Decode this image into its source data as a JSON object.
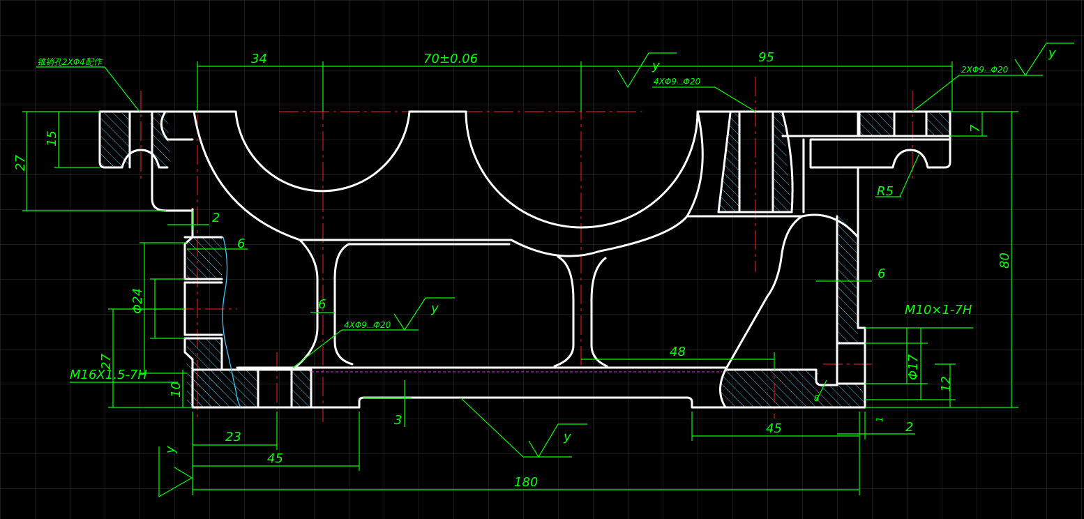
{
  "colors": {
    "background": "#000000",
    "grid": "#3a3a3a",
    "object_lines": "#ffffff",
    "dimensions": "#00ff00",
    "center_lines": "#ff2020",
    "hatch": "#40c8ff"
  },
  "dimensions": {
    "d34": "34",
    "d70": "70±0.06",
    "d95": "95",
    "d27": "27",
    "d15": "15",
    "d2_left": "2",
    "d6_left": "6",
    "d24": "Φ24",
    "d27_low": "27",
    "d10": "10",
    "m16": "M16X1.5-7H",
    "d23": "23",
    "d45_left": "45",
    "d180": "180",
    "d3": "3",
    "d6_mid": "6",
    "d48": "48",
    "d45_right": "45",
    "d2_right": "2",
    "d8": "8",
    "d1": "1",
    "d12": "12",
    "d17": "Φ17",
    "m10": "M10×1-7H",
    "d6_right": "6",
    "d80": "80",
    "d7": "7",
    "r5": "R5"
  },
  "annotations": {
    "top_left_note": "锥销孔2XΦ4配作",
    "holes_top": "4XΦ9⌴Φ20",
    "holes_mid": "4XΦ9⌴Φ20",
    "holes_right": "2XΦ9⌴Φ20"
  },
  "surface_marks": {
    "top_mid": "y",
    "top_right": "y",
    "mid": "y",
    "bottom_mid": "y",
    "bottom_left": "y"
  }
}
